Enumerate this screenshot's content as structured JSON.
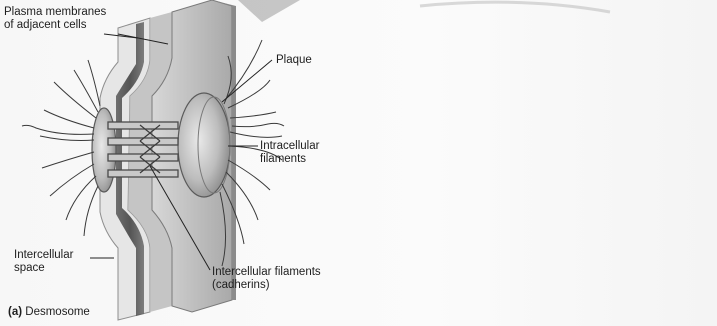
{
  "labels": {
    "plasma_membranes_line1": "Plasma membranes",
    "plasma_membranes_line2": "of adjacent cells",
    "plaque": "Plaque",
    "intracellular_line1": "Intracellular",
    "intracellular_line2": "filaments",
    "intercellular_space_line1": "Intercellular",
    "intercellular_space_line2": "space",
    "intercellular_filaments_line1": "Intercellular filaments",
    "intercellular_filaments_line2": "(cadherins)"
  },
  "caption": {
    "letter": "(a)",
    "title": "Desmosome"
  }
}
